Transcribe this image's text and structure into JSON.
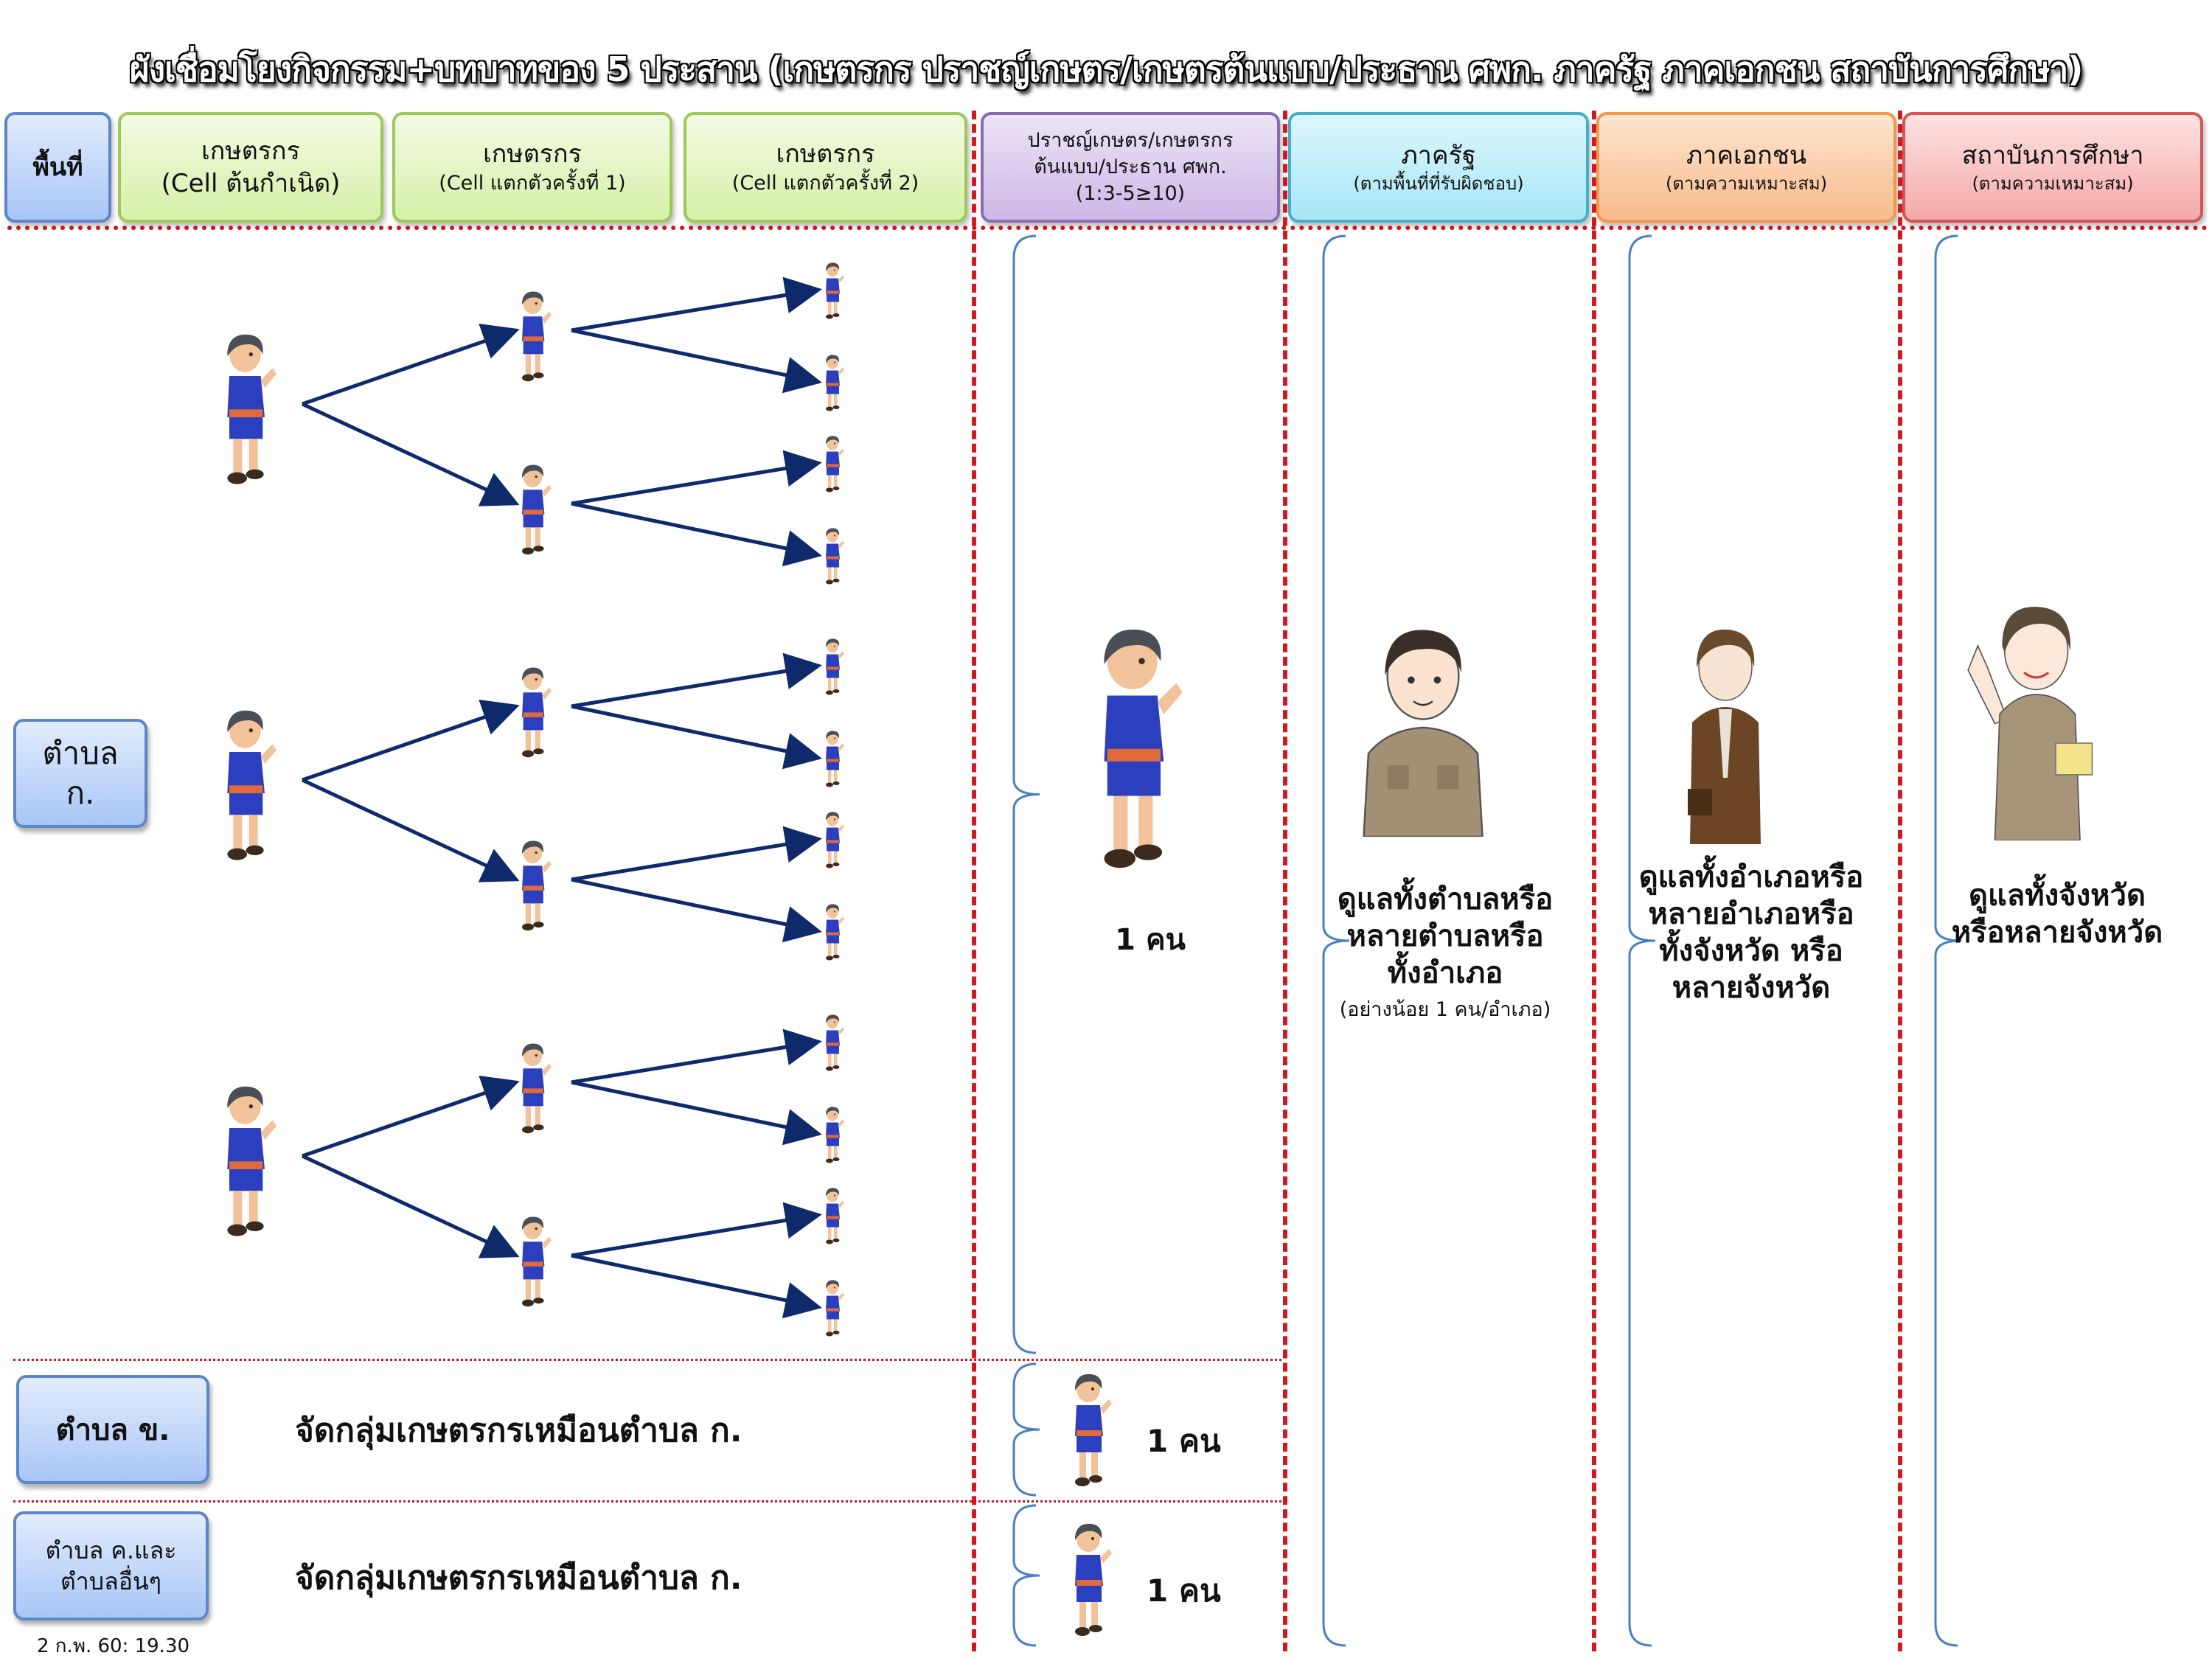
{
  "title": "ผังเชื่อมโยงกิจกรรม+บทบาทของ 5 ประสาน (เกษตรกร  ปราชญ์เกษตร/เกษตรต้นแบบ/ประธาน ศพก.  ภาครัฐ  ภาคเอกชน  สถาบันการศึกษา)",
  "headers": {
    "area": {
      "main": "พื้นที่"
    },
    "farmer_origin": {
      "main": "เกษตรกร",
      "sub": "(Cell ต้นกำเนิด)"
    },
    "farmer_split1": {
      "main": "เกษตรกร",
      "sub": "(Cell แตกตัวครั้งที่ 1)"
    },
    "farmer_split2": {
      "main": "เกษตรกร",
      "sub": "(Cell แตกตัวครั้งที่ 2)"
    },
    "sage": {
      "line1": "ปราชญ์เกษตร/เกษตรกร",
      "line2": "ต้นแบบ/ประธาน ศพก.",
      "line3": "(1:3-5≥10)"
    },
    "government": {
      "main": "ภาครัฐ",
      "sub": "(ตามพื้นที่ที่รับผิดชอบ)"
    },
    "private": {
      "main": "ภาคเอกชน",
      "sub": "(ตามความเหมาะสม)"
    },
    "education": {
      "main": "สถาบันการศึกษา",
      "sub": "(ตามความเหมาะสม)"
    }
  },
  "areas": {
    "tambon_a": {
      "line1": "ตำบล",
      "line2": "ก."
    },
    "tambon_b": {
      "label": "ตำบล ข.",
      "description": "จัดกลุ่มเกษตรกรเหมือนตำบล ก.",
      "count": "1 คน"
    },
    "tambon_c": {
      "line1": "ตำบล ค.และ",
      "line2": "ตำบลอื่นๆ",
      "description": "จัดกลุ่มเกษตรกรเหมือนตำบล ก.",
      "count": "1 คน"
    }
  },
  "tree": {
    "origin_count": 3,
    "split1_per_origin": 2,
    "split2_per_split1": 2,
    "figure_icon": "farmer-icon",
    "arrow_color": "#0f2a6b"
  },
  "sage_column": {
    "count": "1 คน",
    "figure_icon": "farmer-icon"
  },
  "government_column": {
    "figure_icon": "civil-servant-man-icon",
    "lines": [
      "ดูแลทั้งตำบลหรือ",
      "หลายตำบลหรือ",
      "ทั้งอำเภอ"
    ],
    "note": "(อย่างน้อย 1 คน/อำเภอ)"
  },
  "private_column": {
    "figure_icon": "businessman-icon",
    "lines": [
      "ดูแลทั้งอำเภอหรือ",
      "หลายอำเภอหรือ",
      "ทั้งจังหวัด หรือ",
      "หลายจังหวัด"
    ]
  },
  "education_column": {
    "figure_icon": "teacher-woman-icon",
    "lines": [
      "ดูแลทั้งจังหวัด",
      "หรือหลายจังหวัด"
    ]
  },
  "footer": {
    "date": "2 ก.พ. 60: 19.30"
  },
  "colors": {
    "divider_red": "#c8141c",
    "brace_blue": "#4a7fc4",
    "farmer_shirt": "#2b3fbf",
    "uniform": "#9c8b73"
  }
}
